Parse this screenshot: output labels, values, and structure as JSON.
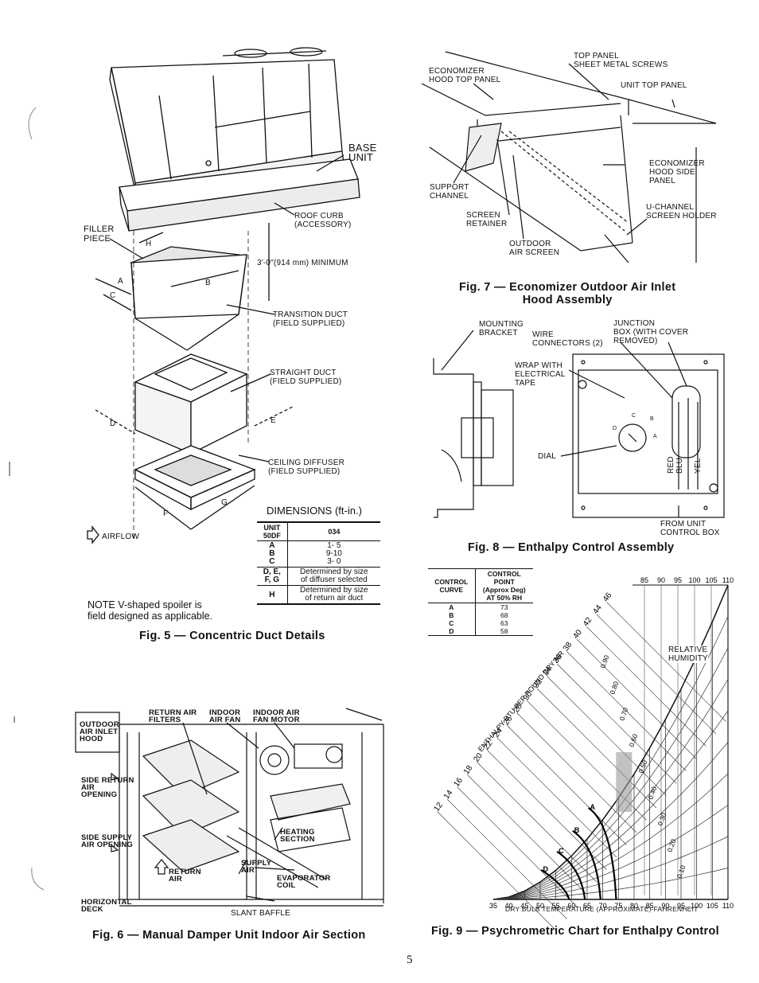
{
  "page_number": "5",
  "fig5": {
    "caption": "Fig. 5 — Concentric Duct Details",
    "labels": {
      "base_unit": "BASE\nUNIT",
      "roof_curb": "ROOF CURB\n(ACCESSORY)",
      "filler_piece": "FILLER\nPIECE",
      "min_clearance": "3'-0\"(914 mm) MINIMUM",
      "transition_duct": "TRANSITION DUCT\n(FIELD SUPPLIED)",
      "straight_duct": "STRAIGHT DUCT\n(FIELD SUPPLIED)",
      "ceiling_diffuser": "CEILING DIFFUSER\n(FIELD SUPPLIED)",
      "airflow": "AIRFLOW",
      "dim_h": "H",
      "dim_a": "A",
      "dim_b": "B",
      "dim_c": "C",
      "dim_d": "D",
      "dim_e": "E",
      "dim_f": "F",
      "dim_g": "G"
    },
    "dimensions_title": "DIMENSIONS (ft-in.)",
    "table": {
      "h_unit": "UNIT\n50DF",
      "h_size": "034",
      "r1_keys": "A\nB\nC",
      "r1_vals": "1- 5\n9-10\n3- 0",
      "r2_key": "D, E,\nF, G",
      "r2_val": "Determined by size\nof diffuser selected",
      "r3_key": "H",
      "r3_val": "Determined by size\nof return air duct"
    },
    "note": "NOTE V-shaped spoiler is\nfield designed as applicable."
  },
  "fig6": {
    "caption": "Fig. 6 — Manual Damper Unit Indoor Air Section",
    "labels": {
      "return_air_filters": "RETURN AIR\nFILTERS",
      "indoor_air_fan": "INDOOR\nAIR FAN",
      "indoor_air_fan_motor": "INDOOR AIR\nFAN MOTOR",
      "outdoor_air_inlet_hood": "OUTDOOR\nAIR INLET\nHOOD",
      "side_return_air_opening": "SIDE RETURN\nAIR\nOPENING",
      "side_supply_air_opening": "SIDE SUPPLY\nAIR OPENING",
      "heating_section": "HEATING\nSECTION",
      "supply_air": "SUPPLY\nAIR",
      "return_air": "RETURN\nAIR",
      "evaporator_coil": "EVAPORATOR\nCOIL",
      "horizontal_deck": "HORIZONTAL\nDECK",
      "slant_baffle": "SLANT BAFFLE"
    }
  },
  "fig7": {
    "caption": "Fig. 7 — Economizer Outdoor Air Inlet\nHood Assembly",
    "labels": {
      "top_panel_screws": "TOP PANEL\nSHEET METAL SCREWS",
      "economizer_hood_top_panel": "ECONOMIZER\nHOOD TOP PANEL",
      "unit_top_panel": "UNIT TOP PANEL",
      "economizer_hood_side_panel": "ECONOMIZER\nHOOD SIDE\nPANEL",
      "support_channel": "SUPPORT\nCHANNEL",
      "u_channel": "U-CHANNEL\nSCREEN HOLDER",
      "screen_retainer": "SCREEN\nRETAINER",
      "outdoor_air_screen": "OUTDOOR\nAIR SCREEN"
    }
  },
  "fig8": {
    "caption": "Fig. 8 — Enthalpy Control Assembly",
    "labels": {
      "mounting_bracket": "MOUNTING\nBRACKET",
      "wire_connectors": "WIRE\nCONNECTORS (2)",
      "junction_box": "JUNCTION\nBOX (WITH COVER\nREMOVED)",
      "wrap_tape": "WRAP WITH\nELECTRICAL\nTAPE",
      "dial": "DIAL",
      "from_unit": "FROM UNIT\nCONTROL BOX",
      "wire_red": "RED",
      "wire_blu": "BLU",
      "wire_yel": "YEL",
      "dial_a": "A",
      "dial_b": "B",
      "dial_c": "C",
      "dial_d": "D"
    }
  },
  "fig9": {
    "caption": "Fig. 9 — Psychrometric Chart for Enthalpy Control",
    "table": {
      "h_curve": "CONTROL\nCURVE",
      "h_point": "CONTROL\nPOINT\n(Approx Deg)\nAT 50% RH",
      "rows": [
        [
          "A",
          "73"
        ],
        [
          "B",
          "68"
        ],
        [
          "C",
          "63"
        ],
        [
          "D",
          "58"
        ]
      ]
    },
    "x_axis_title": "DRY BULB TEMPERATURE (APPROXIMATE)-FAHRENHEIT",
    "enthalpy_axis_title": "ENTHALPY BTU PER POUND DRY AIR",
    "relative_humidity": "RELATIVE\nHUMIDITY",
    "curve_labels": [
      "A",
      "B",
      "C",
      "D"
    ]
  },
  "chart_data": {
    "type": "line",
    "title": "Fig. 9 — Psychrometric Chart for Enthalpy Control",
    "xlabel": "DRY BULB TEMPERATURE (APPROXIMATE)-FAHRENHEIT",
    "ylabel": "ENTHALPY BTU PER POUND DRY AIR",
    "x_ticks": [
      "35",
      "40",
      "45",
      "50",
      "55",
      "60",
      "65",
      "70",
      "75",
      "80",
      "85",
      "90",
      "95",
      "100",
      "105",
      "110"
    ],
    "top_ticks": [
      "85",
      "90",
      "95",
      "100",
      "105",
      "110"
    ],
    "enthalpy_ticks": [
      "12",
      "14",
      "16",
      "18",
      "20",
      "22",
      "24",
      "26",
      "28",
      "30",
      "32",
      "34",
      "36",
      "38",
      "40",
      "42",
      "44",
      "46"
    ],
    "rh_ticks": [
      "0.90",
      "0.80",
      "0.70",
      "0.60",
      "0.50",
      "0.40",
      "0.30",
      "0.20",
      "0.10"
    ],
    "control_points": [
      {
        "curve": "A",
        "deg": 73
      },
      {
        "curve": "B",
        "deg": 68
      },
      {
        "curve": "C",
        "deg": 63
      },
      {
        "curve": "D",
        "deg": 58
      }
    ]
  }
}
